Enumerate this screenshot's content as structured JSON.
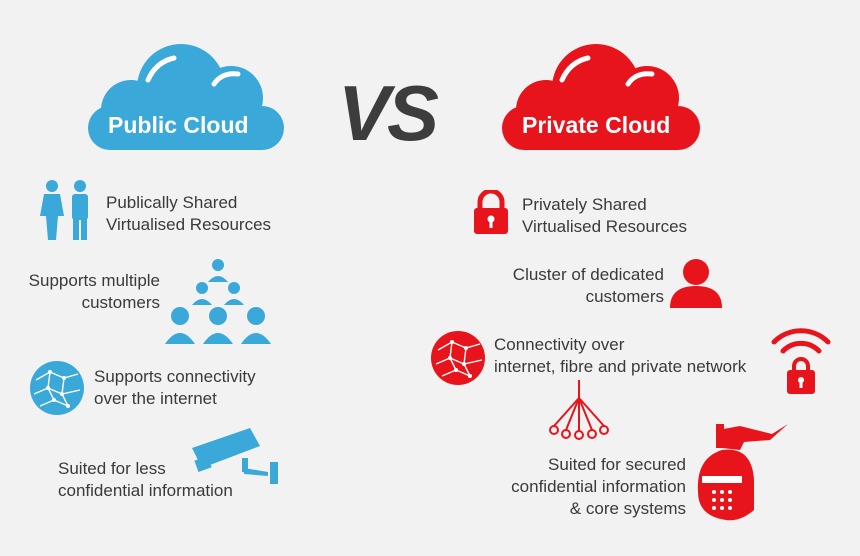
{
  "heading": {
    "public_label": "Public Cloud",
    "vs_label": "VS",
    "private_label": "Private Cloud"
  },
  "public": {
    "items": [
      {
        "line1": "Publically Shared",
        "line2": "Virtualised Resources",
        "icon": "people-icon"
      },
      {
        "line1": "Supports multiple",
        "line2": "customers",
        "icon": "group-pyramid-icon"
      },
      {
        "line1": "Supports connectivity",
        "line2": "over the internet",
        "icon": "globe-network-icon"
      },
      {
        "line1": "Suited for less",
        "line2": "confidential information",
        "icon": "security-camera-icon"
      }
    ]
  },
  "private": {
    "items": [
      {
        "line1": "Privately Shared",
        "line2": "Virtualised Resources",
        "icon": "padlock-icon"
      },
      {
        "line1": "Cluster of dedicated",
        "line2": "customers",
        "icon": "user-icon"
      },
      {
        "line1": "Connectivity over",
        "line2": "internet, fibre and private network",
        "icon": "globe-network-icon"
      },
      {
        "line1": "Suited for secured",
        "line2": "confidential information",
        "line3": "& core systems",
        "icon": "knight-helmet-icon"
      }
    ]
  },
  "colors": {
    "public_blue": "#3aa8d8",
    "private_red": "#e8141c",
    "text_dark": "#3a3a3a",
    "background": "#f2f2f2"
  }
}
